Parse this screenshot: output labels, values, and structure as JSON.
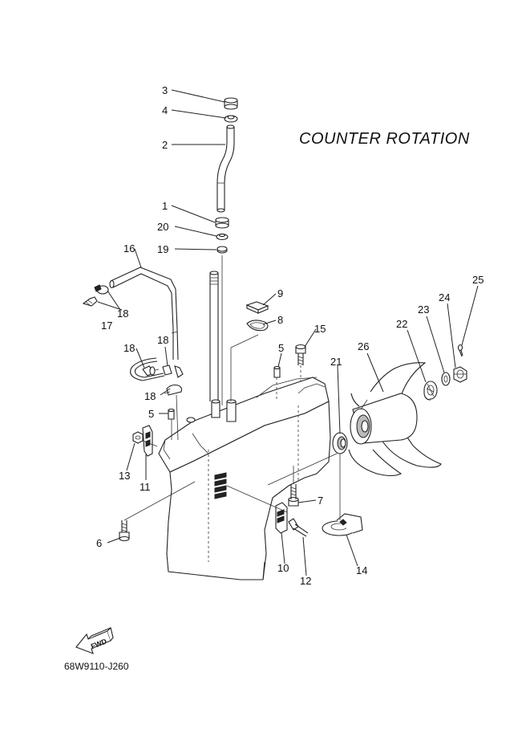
{
  "diagram": {
    "title": "COUNTER  ROTATION",
    "code": "68W9110-J260",
    "fwd_label": "FWD",
    "callouts": {
      "c1": "1",
      "c2": "2",
      "c3": "3",
      "c4": "4",
      "c5a": "5",
      "c5b": "5",
      "c6": "6",
      "c7": "7",
      "c8": "8",
      "c9": "9",
      "c10": "10",
      "c11": "11",
      "c12": "12",
      "c13": "13",
      "c14": "14",
      "c15": "15",
      "c16": "16",
      "c17": "17",
      "c18a": "18",
      "c18b": "18",
      "c18c": "18",
      "c18d": "18",
      "c19": "19",
      "c20": "20",
      "c21": "21",
      "c22": "22",
      "c23": "23",
      "c24": "24",
      "c25": "25",
      "c26": "26"
    }
  }
}
